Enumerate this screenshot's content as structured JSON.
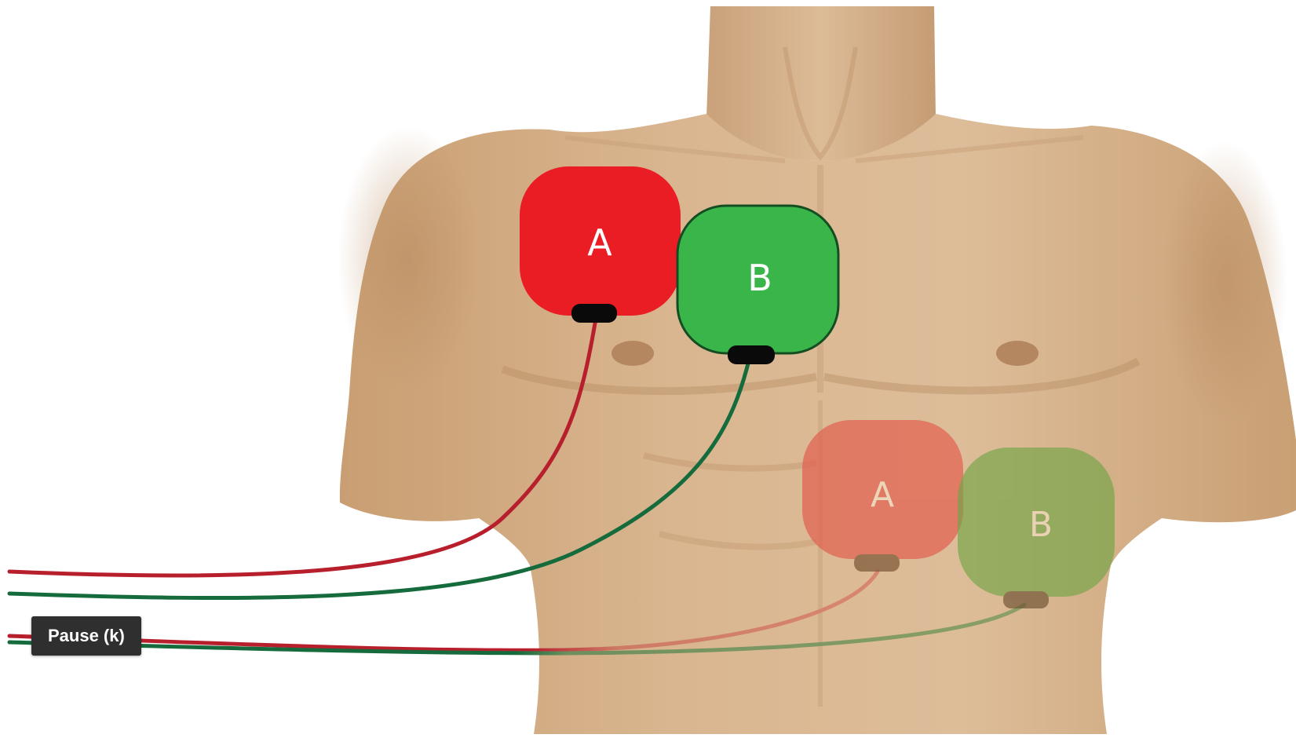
{
  "scene": {
    "colors": {
      "background": "#ffffff",
      "skin": "#d7b38e",
      "skin_shadow": "#b98d63",
      "pad_a": "#ea1c24",
      "pad_b": "#39b54a",
      "wire_a": "#b81f2d",
      "wire_b": "#166b3c",
      "connector": "#0a0a0a"
    },
    "anterior_lateral": {
      "pad_a_label": "A",
      "pad_b_label": "B"
    },
    "anterior_posterior": {
      "pad_a_label": "A",
      "pad_b_label": "B",
      "faded": true
    }
  },
  "player": {
    "tooltip_label": "Pause (k)"
  }
}
